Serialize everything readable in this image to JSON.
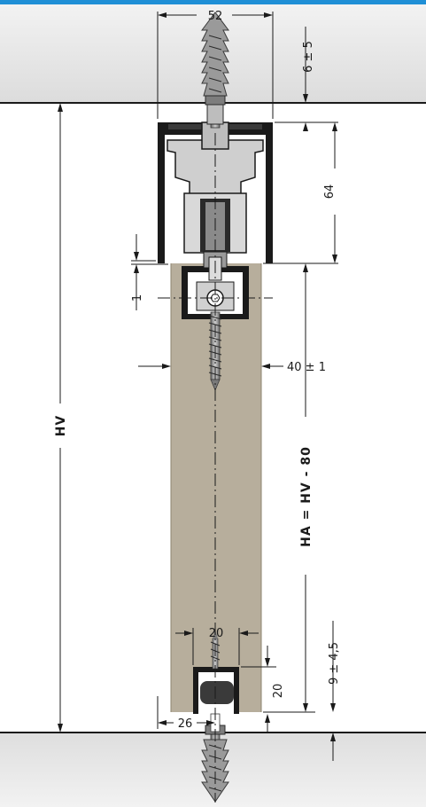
{
  "colors": {
    "accent_bar": "#1f8fd6",
    "ceiling_fill": "#e8e8e8",
    "panel_fill": "#b7ae9c",
    "metal_dark": "#1a1a1a",
    "metal_light": "#d9d9d9",
    "screw": "#8a8a8a"
  },
  "dimensions": {
    "top_width": "52",
    "ceiling_embed": "6 ± 5",
    "profile_height": "64",
    "gap": "1",
    "panel_thickness": "40 ± 1",
    "hv": "HV",
    "ha_formula": "HA = HV - 80",
    "guide_width": "20",
    "guide_height": "20",
    "floor_clearance": "9 ± 4,5",
    "guide_offset": "26"
  }
}
